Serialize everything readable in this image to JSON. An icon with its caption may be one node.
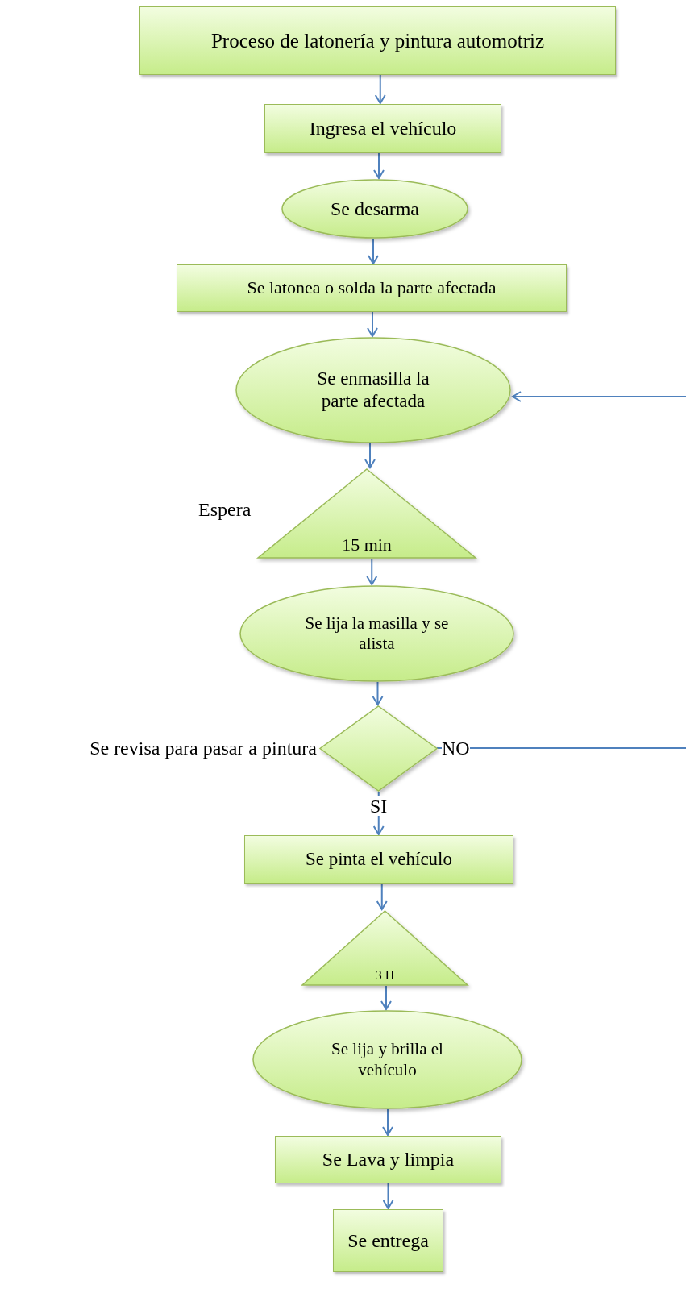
{
  "diagram": {
    "nodes": [
      {
        "text": [
          "Proceso de latonería y pintura automotriz"
        ]
      },
      {
        "text": [
          "Ingresa el vehículo"
        ]
      },
      {
        "text": [
          "Se desarma"
        ]
      },
      {
        "text": [
          "Se latonea o solda la parte afectada"
        ]
      },
      {
        "text": [
          "Se enmasilla la parte afectada"
        ]
      },
      {
        "text": [
          "15 min"
        ],
        "beside": [
          "Espera"
        ]
      },
      {
        "text": [
          "Se lija la masilla y se alista"
        ]
      },
      {
        "text": [],
        "shape": "diamond",
        "beside": [
          "Se revisa para pasar a pintura"
        ]
      },
      {
        "text": [
          "Se pinta el vehículo"
        ]
      },
      {
        "text": [
          "3 H"
        ]
      },
      {
        "text": [
          "Se lija y brilla el vehículo"
        ]
      },
      {
        "text": [
          "Se Lava y limpia"
        ]
      },
      {
        "text": [
          "Se entrega"
        ]
      }
    ],
    "edges": [
      {
        "from": 0,
        "to": 1,
        "arrow": "to"
      },
      {
        "from": 1,
        "to": 2,
        "arrow": "to"
      },
      {
        "from": 2,
        "to": 3,
        "arrow": "to"
      },
      {
        "from": 3,
        "to": 4,
        "arrow": "to"
      },
      {
        "from": 4,
        "to": 5,
        "arrow": "to"
      },
      {
        "from": 5,
        "to": 6,
        "arrow": "to"
      },
      {
        "from": 6,
        "to": 7,
        "arrow": "to"
      },
      {
        "from": 7,
        "to": 8,
        "arrow": "to",
        "label": "SI"
      },
      {
        "from": 8,
        "to": 9,
        "arrow": "to"
      },
      {
        "from": 9,
        "to": 10,
        "arrow": "to"
      },
      {
        "from": 10,
        "to": 11,
        "arrow": "to"
      },
      {
        "from": 11,
        "to": 12,
        "arrow": "to"
      },
      {
        "from": 7,
        "to": null,
        "arrow": "none",
        "label": "NO"
      },
      {
        "from": null,
        "to": 4,
        "arrow": "to"
      }
    ]
  }
}
